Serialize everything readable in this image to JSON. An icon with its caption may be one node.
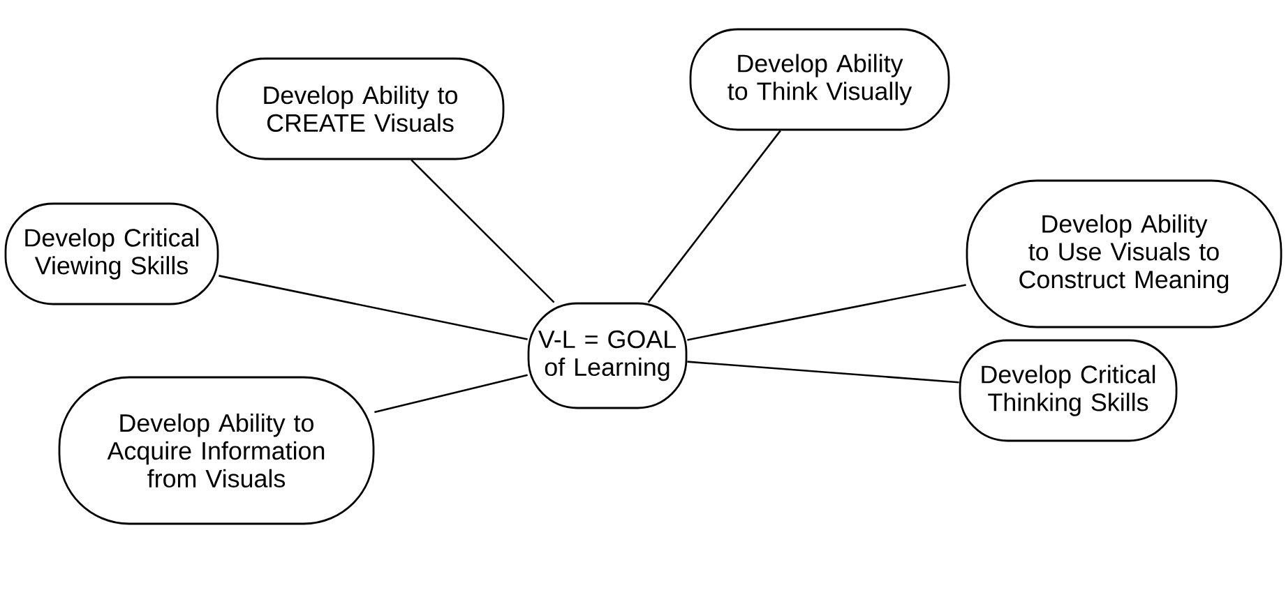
{
  "diagram": {
    "nodes": [
      {
        "text": [
          "Develop Ability to CREATE Visuals"
        ]
      },
      {
        "text": [
          "Develop Ability to Think Visually"
        ]
      },
      {
        "text": [
          "Develop Critical Viewing Skills"
        ]
      },
      {
        "text": [
          "Develop Ability to Use Visuals to Construct Meaning"
        ]
      },
      {
        "text": [
          "V-L = GOAL of Learning"
        ]
      },
      {
        "text": [
          "Develop Critical Thinking Skills"
        ]
      },
      {
        "text": [
          "Develop Ability to Acquire Information from Visuals"
        ]
      }
    ],
    "edges": [
      {
        "from": 4,
        "to": 0,
        "arrow": "none"
      },
      {
        "from": 4,
        "to": 1,
        "arrow": "none"
      },
      {
        "from": 4,
        "to": 2,
        "arrow": "none"
      },
      {
        "from": 4,
        "to": 3,
        "arrow": "none"
      },
      {
        "from": 4,
        "to": 5,
        "arrow": "none"
      },
      {
        "from": 4,
        "to": 6,
        "arrow": "none"
      }
    ]
  }
}
